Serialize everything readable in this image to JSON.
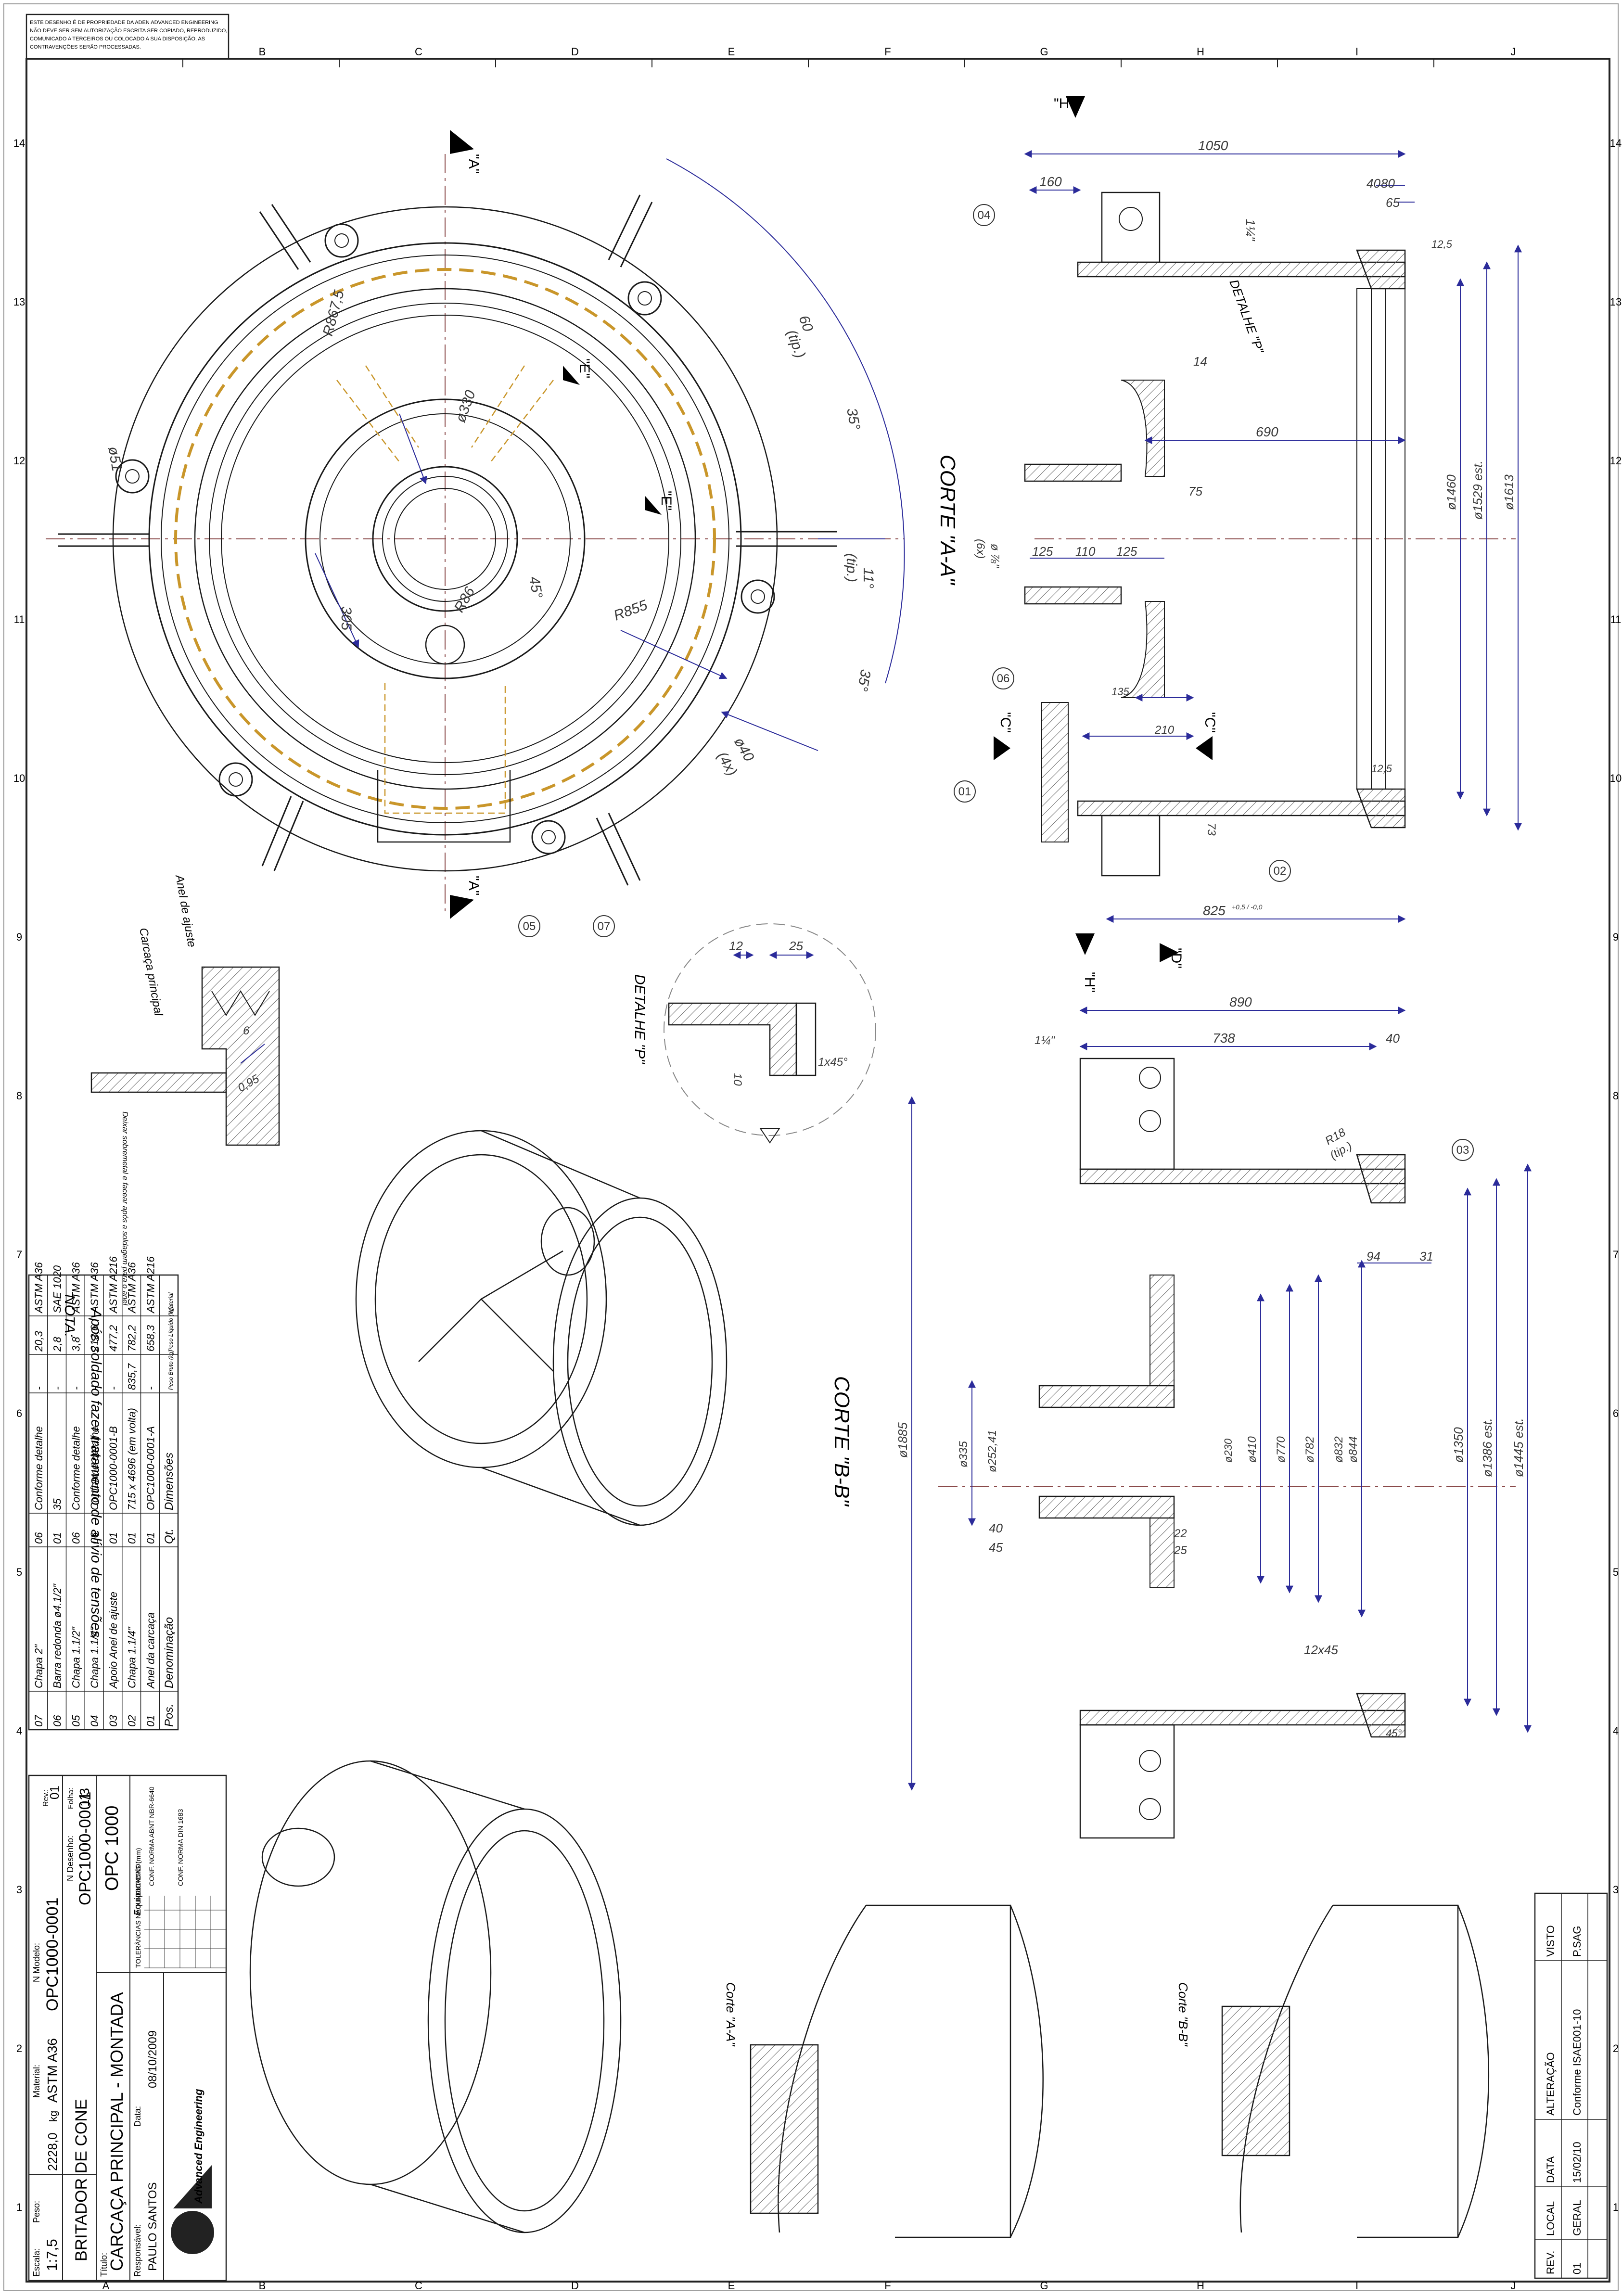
{
  "notice": {
    "lines": [
      "ESTE DESENHO É DE PROPRIEDADE DA ADEN ADVANCED ENGINEERING",
      "NÃO DEVE SER SEM AUTORIZAÇÃO ESCRITA SER COPIADO, REPRODUZIDO,",
      "COMUNICADO A TERCEIROS OU COLOCADO A SUA DISPOSIÇÃO, AS",
      "CONTRAVENÇÕES SERÃO PROCESSADAS."
    ]
  },
  "border": {
    "columns": [
      "A",
      "B",
      "C",
      "D",
      "E",
      "F",
      "G",
      "H",
      "I",
      "J"
    ],
    "rows": [
      "14",
      "13",
      "12",
      "11",
      "10",
      "9",
      "8",
      "7",
      "6",
      "5",
      "4",
      "3",
      "2",
      "1"
    ]
  },
  "views": {
    "section_aa": "CORTE \"A-A\"",
    "section_bb": "CORTE \"B-B\"",
    "detail_p": "DETALHE \"P\"",
    "detail_p_leader": "DETALHE \"P\"",
    "iso_cut_a": "Corte \"A-A\"",
    "iso_cut_b": "Corte \"B-B\"",
    "mark_a_top": "\"A\"",
    "mark_a_bottom": "\"A\"",
    "mark_e1": "\"E\"",
    "mark_e2": "\"E\"",
    "mark_h_top": "\"H\"",
    "mark_h_bottom": "\"H\"",
    "mark_c_left": "\"C\"",
    "mark_c_right": "\"C\"",
    "mark_d": "\"D\""
  },
  "dimensions": {
    "top_view": [
      "R867,5",
      "ø51",
      "ø330",
      "305",
      "R86",
      "45°",
      "R855",
      "60",
      "(tip.)",
      "35°",
      "11°",
      "(tip.)",
      "35°",
      "ø40",
      "(4x)"
    ],
    "section_aa": [
      "1050",
      "160",
      "40",
      "80",
      "65",
      "1¼\"",
      "12,5",
      "14",
      "690",
      "75",
      "ø1460",
      "ø1529 est.",
      "ø1613",
      "125",
      "110",
      "125",
      "ø ⅞\"",
      "(6x)",
      "135",
      "210",
      "73",
      "825",
      "+0,5 / -0,0",
      "12,5"
    ],
    "detail_p": [
      "12",
      "25",
      "1x45°",
      "10",
      "6",
      "0,95"
    ],
    "section_bb": [
      "890",
      "1¼\"",
      "738",
      "40",
      "R18",
      "(tip.)",
      "94",
      "31",
      "ø1885",
      "ø335",
      "ø252,41",
      "ø230",
      "ø410",
      "ø770",
      "ø782",
      "ø832",
      "ø844",
      "ø1350",
      "ø1386 est.",
      "ø1445 est.",
      "40",
      "45",
      "22",
      "25",
      "12x45",
      "45°"
    ]
  },
  "balloons": [
    "04",
    "06",
    "01",
    "02",
    "05",
    "07",
    "03"
  ],
  "annotations": {
    "ring_label": "Anel de ajuste",
    "body_label": "Carcaça principal",
    "weld_note": "Deixar sobremetal e facear após a soldagem para o anel"
  },
  "note": {
    "title": "NOTA:",
    "text": "Após soldado fazer tratamento de alívio de tensões"
  },
  "bom": {
    "headers": [
      "Pos.",
      "Denominação",
      "Qt.",
      "Dimensões",
      "Peso Bruto (kg)",
      "Peso Líquido (kg)",
      "Material"
    ],
    "rows": [
      [
        "07",
        "Chapa 2\"",
        "06",
        "Conforme detalhe",
        "-",
        "20,3",
        "ASTM A36"
      ],
      [
        "06",
        "Barra redonda ø4.1/2\"",
        "01",
        "35",
        "-",
        "2,8",
        "SAE 1020"
      ],
      [
        "05",
        "Chapa 1.1/2\"",
        "06",
        "Conforme detalhe",
        "-",
        "3,8",
        "ASTM A36"
      ],
      [
        "04",
        "Chapa 1.1/4\"",
        "06",
        "Conforme detalhe",
        "-",
        "213,6",
        "ASTM A36"
      ],
      [
        "03",
        "Apoio Anel de ajuste",
        "01",
        "OPC1000-0001-B",
        "-",
        "477,2",
        "ASTM A216"
      ],
      [
        "02",
        "Chapa 1.1/4\"",
        "01",
        "715 x 4696 (em volta)",
        "835,7",
        "782,2",
        "ASTM A36"
      ],
      [
        "01",
        "Anel da carcaça",
        "01",
        "OPC1000-0001-A",
        "-",
        "658,3",
        "ASTM A216"
      ]
    ]
  },
  "title_block": {
    "company": "Advanced Engineering",
    "responsavel_label": "Responsável:",
    "responsavel": "PAULO SANTOS",
    "data_label": "Data:",
    "data": "08/10/2009",
    "titulo_label": "Título:",
    "titulo": "CARCAÇA PRINCIPAL - MONTADA",
    "equipamento_label": "Equipamento:",
    "equipamento": "BRITADOR DE CONE",
    "equipamento_code": "OPC 1000",
    "escala_label": "Escala:",
    "escala": "1:7,5",
    "peso_label": "Peso:",
    "peso": "2228,0",
    "peso_unit": "kg",
    "material_label": "Material:",
    "material": "ASTM A36",
    "modelo_label": "N Modelo:",
    "modelo": "OPC1000-0001",
    "desenho_label": "N Desenho:",
    "desenho": "OPC1000-0001",
    "folha_label": "Folha:",
    "folha": "1/3",
    "rev_label": "Rev.:",
    "rev": "01",
    "tolerancias_label": "TOLERÂNCIAS NÃO INDICADAS (mm)",
    "conf_norma_1": "CONF. NORMA ABNT NBR-6640",
    "conf_norma_2": "CONF. NORMA DIN 1683"
  },
  "revision_table": {
    "headers": [
      "REV.",
      "LOCAL",
      "DATA",
      "ALTERAÇÃO",
      "VISTO"
    ],
    "rows": [
      [
        "01",
        "GERAL",
        "15/02/10",
        "Conforme ISAE001-10",
        "P.SAG"
      ]
    ]
  },
  "colors": {
    "line": "#1a1a1a",
    "hatch": "#555555",
    "dimension": "#2b2b9a",
    "weld": "#c9962a",
    "centerline": "#8a4a4a"
  }
}
